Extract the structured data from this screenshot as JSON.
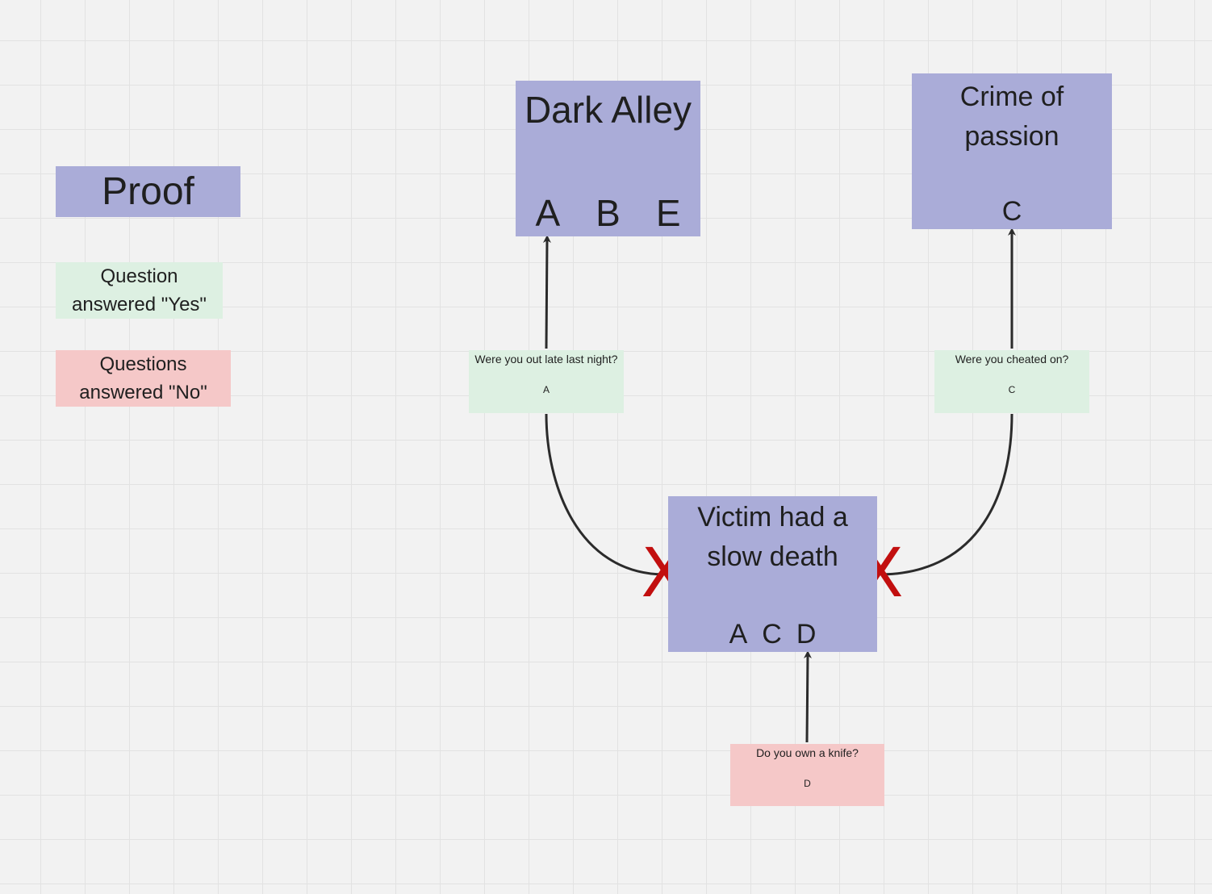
{
  "legend": {
    "title": "Proof",
    "yes_line1": "Question",
    "yes_line2": "answered \"Yes\"",
    "no_line1": "Questions",
    "no_line2": "answered \"No\""
  },
  "outcomes": {
    "dark_alley": {
      "title": "Dark Alley",
      "letters": [
        "A",
        "B",
        "E"
      ]
    },
    "crime_of_passion": {
      "title_line1": "Crime of",
      "title_line2": "passion",
      "letters": [
        "C"
      ]
    },
    "victim": {
      "title_line1": "Victim had a",
      "title_line2": "slow death",
      "letters": [
        "A",
        "C",
        "D"
      ]
    }
  },
  "questions": {
    "out_late": {
      "text": "Were you out late last night?",
      "letter": "A",
      "answer": "Yes"
    },
    "cheated": {
      "text": "Were you cheated on?",
      "letter": "C",
      "answer": "Yes"
    },
    "knife": {
      "text": "Do you own a knife?",
      "letter": "D",
      "answer": "No"
    }
  },
  "marks": {
    "cross_glyph": "X"
  },
  "colors": {
    "outcome": "#aaacd8",
    "yes": "#ddf0e2",
    "no": "#f5c8c8",
    "cross": "#c20f0f",
    "connector": "#2b2b2b"
  }
}
